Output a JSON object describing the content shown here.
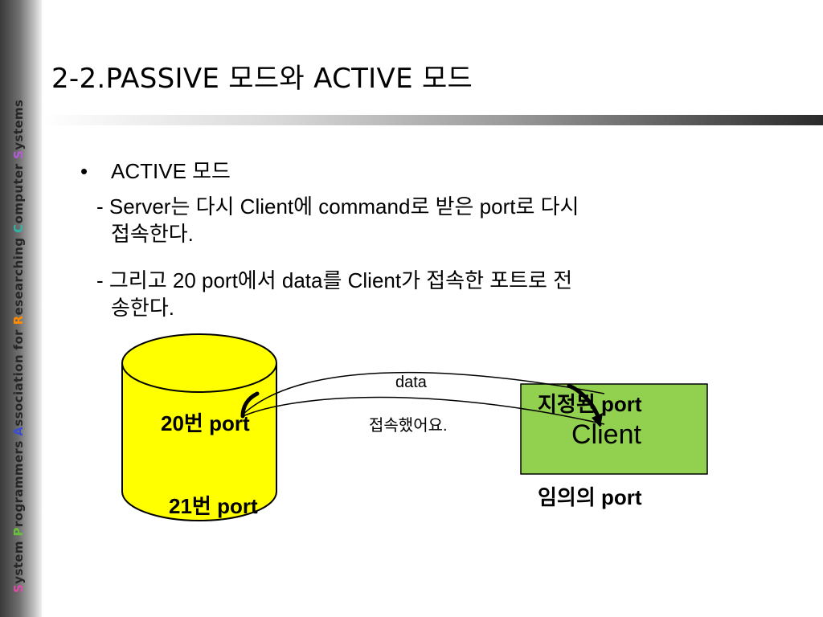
{
  "sidebar": {
    "parts": [
      {
        "initial": "S",
        "rest": "ystem "
      },
      {
        "initial": "P",
        "rest": "rogrammers "
      },
      {
        "initial": "A",
        "rest": "ssociation for "
      },
      {
        "initial": "R",
        "rest": "esearching "
      },
      {
        "initial": "C",
        "rest": "omputer "
      },
      {
        "initial": "S",
        "rest": "ystems"
      }
    ]
  },
  "slide": {
    "title": "2-2.PASSIVE 모드와 ACTIVE 모드",
    "bullet": "ACTIVE 모드",
    "lines": [
      {
        "first": "- Server는 다시 Client에 command로 받은 port로 다시",
        "second": "접속한다."
      },
      {
        "first": "- 그리고 20 port에서 data를 Client가 접속한 포트로 전",
        "second": "송한다."
      }
    ]
  },
  "diagram": {
    "server_port_20": "20번 port",
    "server_port_21": "21번 port",
    "arrow_top_label": "data",
    "arrow_bottom_label": "접속했어요.",
    "client_label": "Client",
    "client_port_top": "지정된 port",
    "client_port_bottom": "임의의 port",
    "colors": {
      "cylinder": "#ffff00",
      "client_box": "#92d050"
    }
  }
}
